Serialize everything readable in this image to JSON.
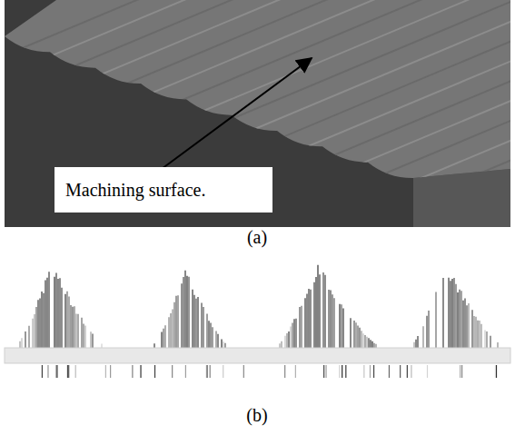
{
  "diagram": {
    "nodes": [
      {
        "text": [
          "Machining surface."
        ]
      }
    ],
    "labels": [
      "(a)",
      "(b)"
    ]
  }
}
